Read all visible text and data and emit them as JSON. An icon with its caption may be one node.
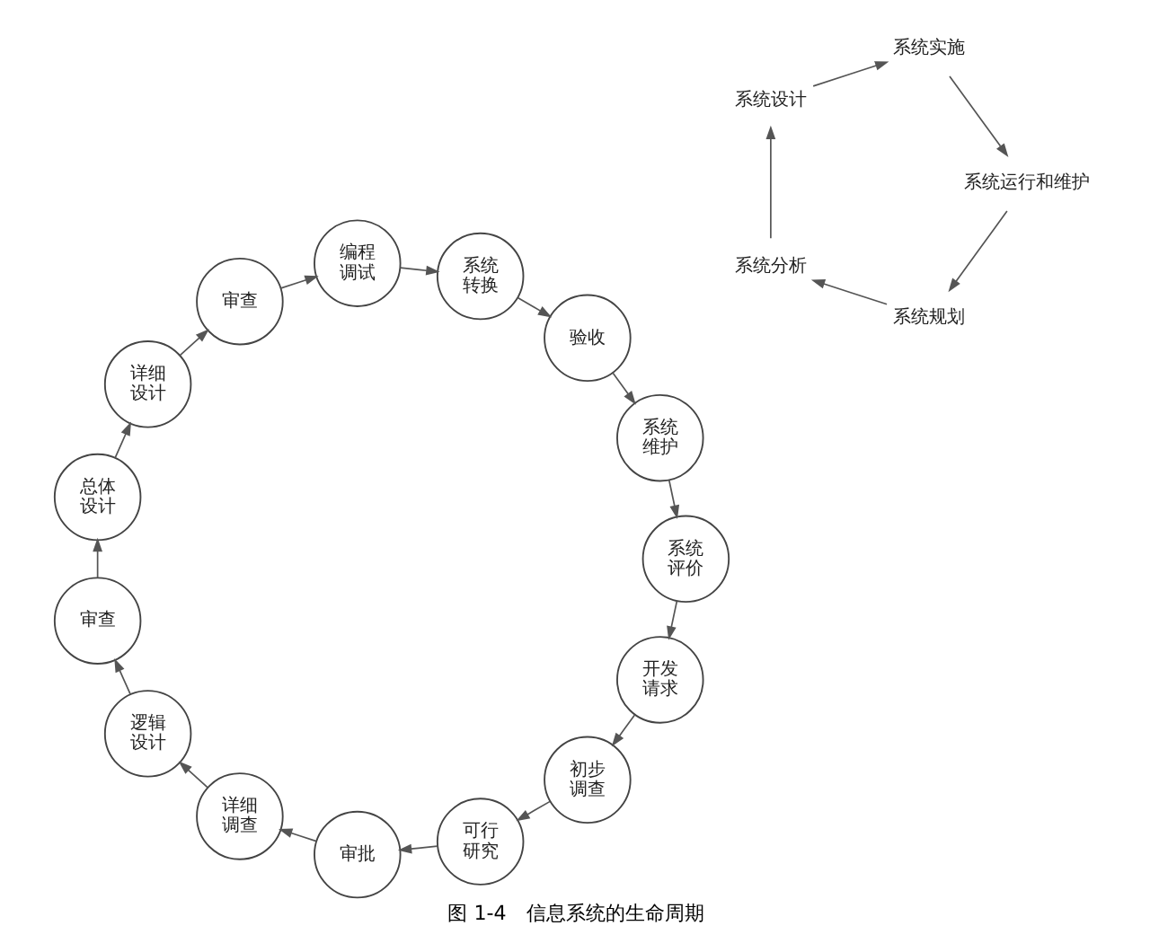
{
  "diagram": {
    "caption": "图 1-4　信息系统的生命周期",
    "nodes": [
      {
        "text": [
          "开发请求"
        ]
      },
      {
        "text": [
          "初步调查"
        ]
      },
      {
        "text": [
          "可行研究"
        ]
      },
      {
        "text": [
          "审批"
        ]
      },
      {
        "text": [
          "详细调查"
        ]
      },
      {
        "text": [
          "逻辑设计"
        ]
      },
      {
        "text": [
          "审查"
        ]
      },
      {
        "text": [
          "总体设计"
        ]
      },
      {
        "text": [
          "详细设计"
        ]
      },
      {
        "text": [
          "审查"
        ]
      },
      {
        "text": [
          "编程调试"
        ]
      },
      {
        "text": [
          "系统转换"
        ]
      },
      {
        "text": [
          "验收"
        ]
      },
      {
        "text": [
          "系统维护"
        ]
      },
      {
        "text": [
          "系统评价"
        ]
      },
      {
        "text": [
          "系统规划"
        ]
      },
      {
        "text": [
          "系统分析"
        ]
      },
      {
        "text": [
          "系统设计"
        ]
      },
      {
        "text": [
          "系统实施"
        ]
      },
      {
        "text": [
          "系统运行和维护"
        ]
      }
    ],
    "edges": [
      {
        "from": 0,
        "to": 1,
        "arrow": "to"
      },
      {
        "from": 1,
        "to": 2,
        "arrow": "to"
      },
      {
        "from": 2,
        "to": 3,
        "arrow": "to"
      },
      {
        "from": 3,
        "to": 4,
        "arrow": "to"
      },
      {
        "from": 4,
        "to": 5,
        "arrow": "to"
      },
      {
        "from": 5,
        "to": 6,
        "arrow": "to"
      },
      {
        "from": 6,
        "to": 7,
        "arrow": "to"
      },
      {
        "from": 7,
        "to": 8,
        "arrow": "to"
      },
      {
        "from": 8,
        "to": 9,
        "arrow": "to"
      },
      {
        "from": 9,
        "to": 10,
        "arrow": "to"
      },
      {
        "from": 10,
        "to": 11,
        "arrow": "to"
      },
      {
        "from": 11,
        "to": 12,
        "arrow": "to"
      },
      {
        "from": 12,
        "to": 13,
        "arrow": "to"
      },
      {
        "from": 13,
        "to": 14,
        "arrow": "to"
      },
      {
        "from": 14,
        "to": 0,
        "arrow": "to"
      },
      {
        "from": 15,
        "to": 16,
        "arrow": "to"
      },
      {
        "from": 16,
        "to": 17,
        "arrow": "to"
      },
      {
        "from": 17,
        "to": 18,
        "arrow": "to"
      },
      {
        "from": 18,
        "to": 19,
        "arrow": "to"
      },
      {
        "from": 19,
        "to": 15,
        "arrow": "to"
      }
    ]
  }
}
